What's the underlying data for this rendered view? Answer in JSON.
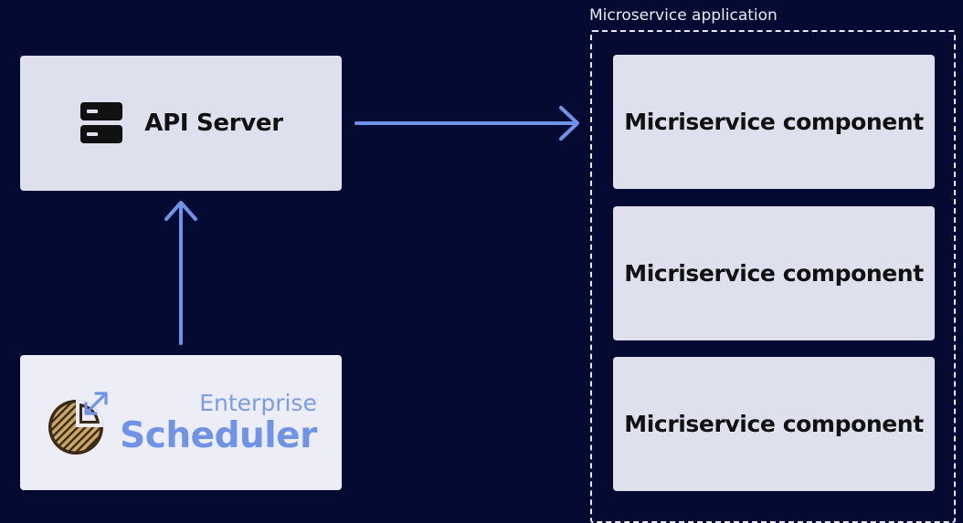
{
  "api_server": {
    "label": "API Server",
    "icon": "server-icon"
  },
  "scheduler": {
    "logo_line1": "Enterprise",
    "logo_line2": "Scheduler",
    "icon": "enterprise-scheduler-logo"
  },
  "microservice_app": {
    "label": "Microservice application",
    "components": [
      {
        "label": "Micriservice component"
      },
      {
        "label": "Micriservice component"
      },
      {
        "label": "Micriservice component"
      }
    ]
  },
  "colors": {
    "background": "#050a33",
    "box_fill": "#dfe0ee",
    "arrow": "#6f93e6",
    "logo_blue": "#6f93e6",
    "logo_brown": "#3b2a18",
    "logo_gold": "#c9a868"
  }
}
